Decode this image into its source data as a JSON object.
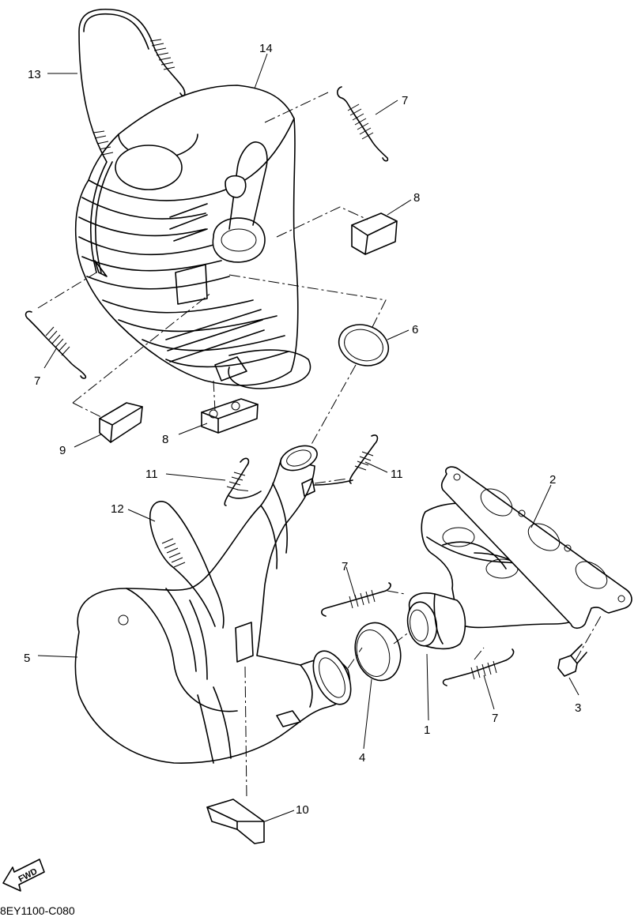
{
  "diagram": {
    "labels": {
      "p1": "1",
      "p2": "2",
      "p3": "3",
      "p4": "4",
      "p5": "5",
      "p6": "6",
      "p7a": "7",
      "p7b": "7",
      "p7c": "7",
      "p7d": "7",
      "p8a": "8",
      "p8b": "8",
      "p9": "9",
      "p10": "10",
      "p11a": "11",
      "p11b": "11",
      "p12": "12",
      "p13": "13",
      "p14": "14"
    },
    "fwd": "FWD",
    "code": "8EY1100-C080"
  }
}
